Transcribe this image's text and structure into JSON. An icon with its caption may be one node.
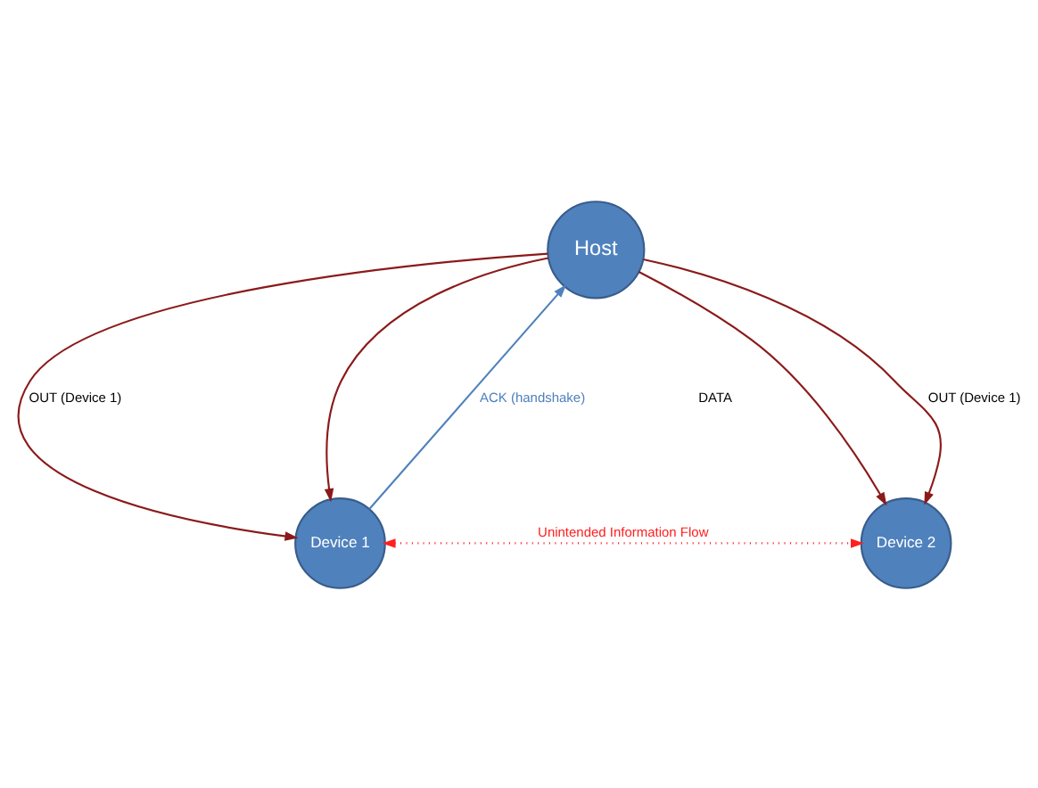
{
  "diagram": {
    "nodes": [
      {
        "text": [
          "Host"
        ]
      },
      {
        "text": [
          "Device 1"
        ]
      },
      {
        "text": [
          "Device 2"
        ]
      }
    ],
    "edges": [
      {
        "from": 0,
        "to": 1,
        "arrow": "to",
        "label": "OUT (Device 1)"
      },
      {
        "from": 0,
        "to": 1,
        "arrow": "to"
      },
      {
        "from": 1,
        "to": 0,
        "arrow": "to",
        "label": "ACK (handshake)",
        "color": "#4f81bd"
      },
      {
        "from": 0,
        "to": 2,
        "arrow": "to"
      },
      {
        "from": 0,
        "to": 2,
        "arrow": "to",
        "label": "OUT (Device 1)"
      },
      {
        "from": 1,
        "to": 2,
        "arrow": "both",
        "style": "dashed",
        "color": "#ff2020",
        "label": "Unintended Information Flow"
      }
    ],
    "labels": [
      "DATA"
    ]
  }
}
